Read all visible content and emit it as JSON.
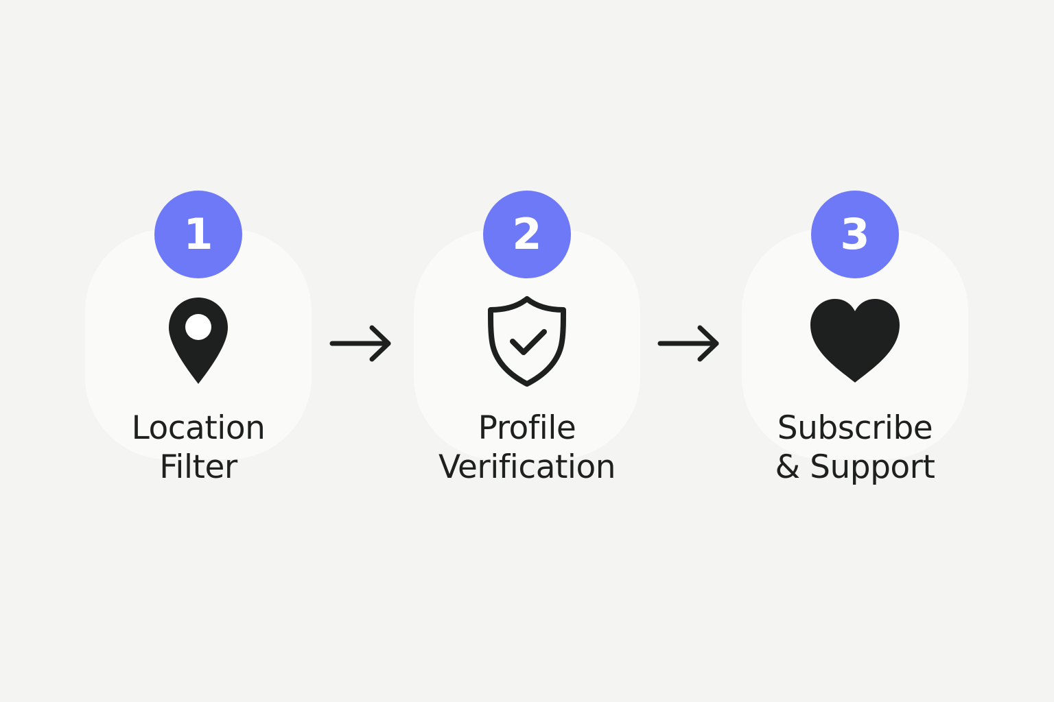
{
  "colors": {
    "background": "#f4f4f3",
    "card": "#fafaf9",
    "badge": "#6e79f7",
    "icon": "#1e1f1f"
  },
  "steps": [
    {
      "number": "1",
      "line1": "Location",
      "line2": "Filter",
      "icon": "location-pin-icon"
    },
    {
      "number": "2",
      "line1": "Profile",
      "line2": "Verification",
      "icon": "shield-check-icon"
    },
    {
      "number": "3",
      "line1": "Subscribe",
      "line2": "& Support",
      "icon": "heart-icon"
    }
  ],
  "connectors": [
    "arrow-right-icon",
    "arrow-right-icon"
  ]
}
